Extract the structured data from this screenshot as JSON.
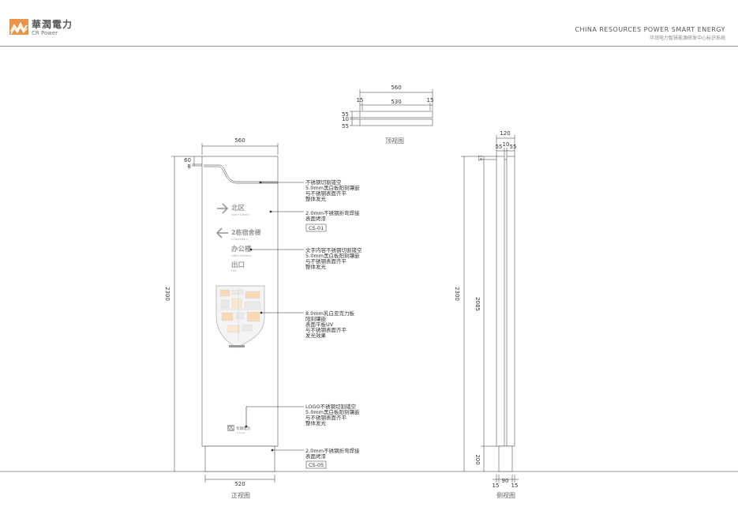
{
  "header": {
    "logo_cn": "華潤電力",
    "logo_en": "CR Power",
    "brand_en": "CHINA RESOURCES POWER SMART ENERGY",
    "brand_cn": "华润电力智慧能源研发中心标识系统",
    "logo_color": "#e8954a"
  },
  "top_view": {
    "dim_total": "560",
    "dim_left": "15",
    "dim_mid": "530",
    "dim_right": "15",
    "dim_v1": "55",
    "dim_v2": "10",
    "dim_v3": "55",
    "caption": "顶视图"
  },
  "front_view": {
    "dim_top_width": "560",
    "dim_60": "60",
    "dim_8": "8",
    "dim_height": "2300",
    "dim_base_width": "520",
    "caption": "正视图",
    "sign": {
      "north_cn": "北区",
      "north_en": "North District",
      "dorm_cn": "2栋宿舍楼",
      "dorm_en": "2.Dormitory",
      "office_cn": "办公楼",
      "office_en": "Office Building",
      "exit_cn": "出口",
      "exit_en": "Exit",
      "map_legend": "",
      "logo_cn": "华润电力",
      "logo_en": "CR Power"
    },
    "notes": {
      "n1": [
        "不锈钢切割镂空",
        "5.0mm黑白板阳刻镶嵌",
        "与不锈钢表面齐平",
        "整体发光"
      ],
      "n2": [
        "2.0mm不锈钢折弯焊接",
        "表面烤漆"
      ],
      "n2_code": "CS-01",
      "n3": [
        "文字内容不锈钢切割镂空",
        "5.0mm黑白板阳刻镶嵌",
        "与不锈钢表面齐平",
        "整体发光"
      ],
      "n4": [
        "8.0mm乳白亚克力板",
        "阳刻镶嵌",
        "表面平板UV",
        "与不锈钢表面齐平",
        "发光效果"
      ],
      "n5": [
        "LOGO不锈钢切割镂空",
        "5.0mm黑白板阳刻镶嵌",
        "与不锈钢表面齐平",
        "整体发光"
      ],
      "n6": [
        "2.0mm不锈钢折弯焊接",
        "表面烤漆"
      ],
      "n6_code": "CS-05"
    }
  },
  "side_view": {
    "dim_120": "120",
    "dim_55a": "55",
    "dim_10": "10",
    "dim_55b": "55",
    "dim_15_top": "15",
    "dim_height": "2300",
    "dim_2085": "2085",
    "dim_200": "200",
    "dim_15a": "15",
    "dim_90": "90",
    "dim_15b": "15",
    "caption": "侧视图"
  }
}
